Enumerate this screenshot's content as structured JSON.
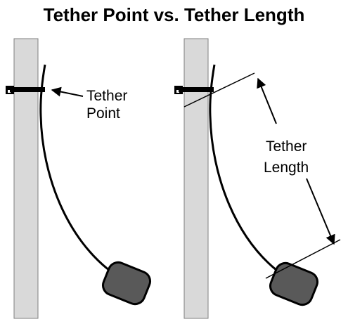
{
  "title": "Tether Point vs. Tether Length",
  "left_panel": {
    "label_line1": "Tether",
    "label_line2": "Point"
  },
  "right_panel": {
    "label_line1": "Tether",
    "label_line2": "Length"
  },
  "colors": {
    "pole_fill": "#d9d9d9",
    "pole_stroke": "#7f7f7f",
    "float_fill": "#595959",
    "ink": "#000000"
  }
}
